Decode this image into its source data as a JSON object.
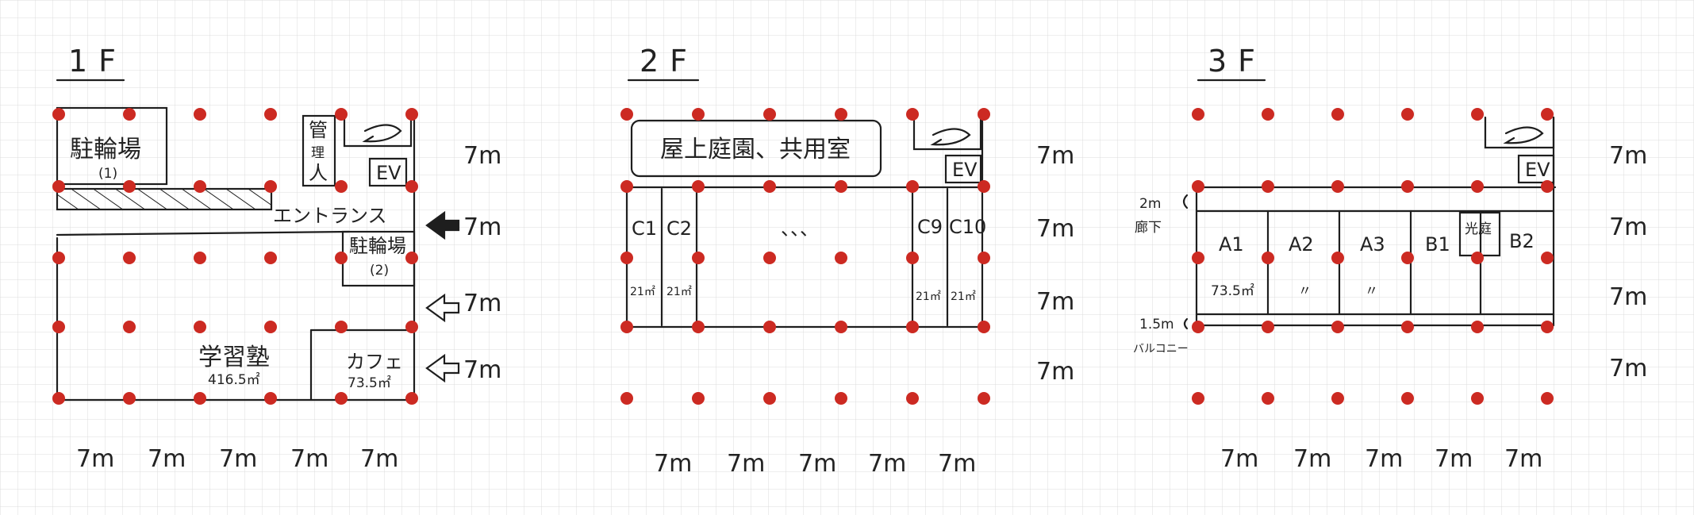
{
  "floors": [
    {
      "title": "1F",
      "labels": {
        "bike1": "駐輪場",
        "bike1_no": "(1)",
        "mgmt1": "管",
        "mgmt2": "理",
        "mgmt3": "人",
        "ev": "EV",
        "entrance": "エントランス",
        "bike2": "駐輪場",
        "bike2_no": "(2)",
        "juku": "学習塾",
        "juku_area": "416.5㎡",
        "cafe": "カフェ",
        "cafe_area": "73.5㎡"
      },
      "col_dims": [
        "7m",
        "7m",
        "7m",
        "7m",
        "7m"
      ],
      "row_dims": [
        "7m",
        "7m",
        "7m",
        "7m"
      ]
    },
    {
      "title": "2F",
      "labels": {
        "roof": "屋上庭園、共用室",
        "ev": "EV",
        "c1": "C1",
        "c2": "C2",
        "dots": "、、、",
        "c9": "C9",
        "c10": "C10",
        "c1_area": "21㎡",
        "c2_area": "21㎡",
        "c9_area": "21㎡",
        "c10_area": "21㎡"
      },
      "col_dims": [
        "7m",
        "7m",
        "7m",
        "7m",
        "7m"
      ],
      "row_dims": [
        "7m",
        "7m",
        "7m",
        "7m"
      ]
    },
    {
      "title": "3F",
      "labels": {
        "ev": "EV",
        "corridor_w": "2m",
        "corridor": "廊下",
        "a1": "A1",
        "a2": "A2",
        "a3": "A3",
        "b1": "B1",
        "court": "光庭",
        "b2": "B2",
        "a1_area": "73.5㎡",
        "ditto1": "〃",
        "ditto2": "〃",
        "balcony_w": "1.5m",
        "balcony": "バルコニー"
      },
      "col_dims": [
        "7m",
        "7m",
        "7m",
        "7m",
        "7m"
      ],
      "row_dims": [
        "7m",
        "7m",
        "7m",
        "7m"
      ]
    }
  ],
  "colors": {
    "grid": "#dcdcdc",
    "ink": "#1e1e1e",
    "column_dot": "#cc2a22"
  }
}
